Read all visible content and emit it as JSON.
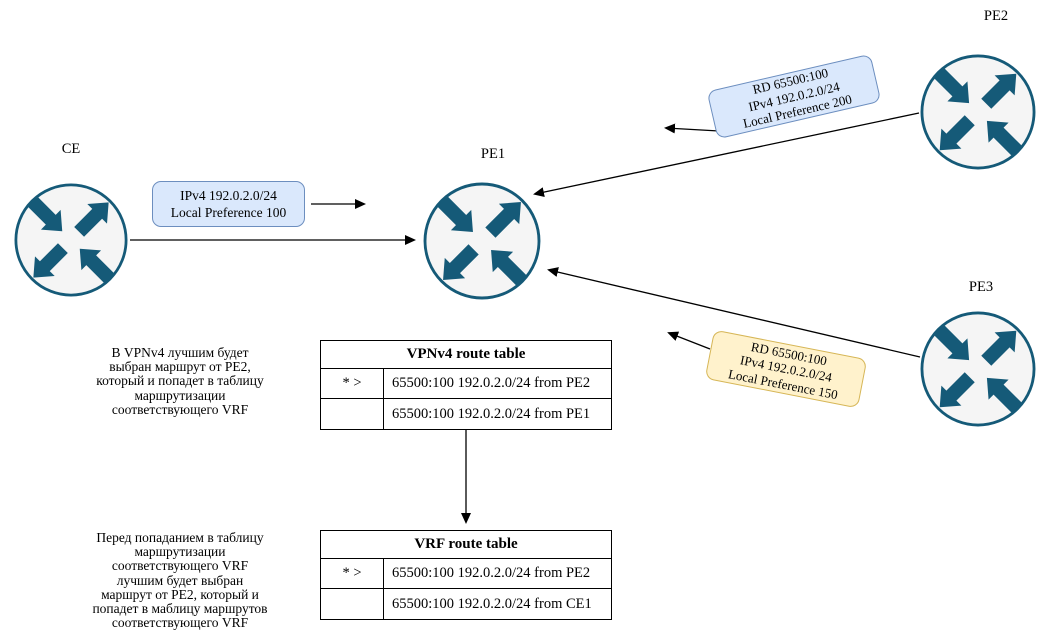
{
  "diagram": {
    "routers": {
      "ce": {
        "label": "CE"
      },
      "pe1": {
        "label": "PE1"
      },
      "pe2": {
        "label": "PE2"
      },
      "pe3": {
        "label": "PE3"
      }
    },
    "callouts": {
      "ce_advert": {
        "lines": [
          "IPv4 192.0.2.0/24",
          "Local Preference 100"
        ],
        "fill": "#dae8fc",
        "stroke": "#6c8ebf"
      },
      "pe2_advert": {
        "lines": [
          "RD 65500:100",
          "IPv4 192.0.2.0/24",
          "Local Preference 200"
        ],
        "fill": "#dae8fc",
        "stroke": "#6c8ebf"
      },
      "pe3_advert": {
        "lines": [
          "RD 65500:100",
          "IPv4 192.0.2.0/24",
          "Local Preference 150"
        ],
        "fill": "#fff2cc",
        "stroke": "#d6b656"
      }
    },
    "notes": {
      "vpnv4_note_lines": [
        "В VPNv4 лучшим будет",
        "выбран маршрут от PE2,",
        "который и попадет в таблицу",
        "маршрутизации",
        "соответствующего VRF"
      ],
      "vrf_note_lines": [
        "Перед попаданием в таблицу",
        "маршрутизации",
        "соответствующего VRF",
        "лучшим будет выбран",
        "маршрут от PE2, который и",
        "попадет в маблицу маршрутов",
        "соответствующего VRF"
      ]
    },
    "tables": {
      "vpnv4": {
        "title": "VPNv4 route table",
        "rows": [
          {
            "selector": "* >",
            "route": "65500:100 192.0.2.0/24 from  PE2"
          },
          {
            "selector": "",
            "route": "65500:100 192.0.2.0/24 from  PE1"
          }
        ]
      },
      "vrf": {
        "title": "VRF route  table",
        "rows": [
          {
            "selector": "* >",
            "route": "65500:100 192.0.2.0/24 from  PE2"
          },
          {
            "selector": "",
            "route": "65500:100 192.0.2.0/24 from  CE1"
          }
        ]
      }
    },
    "colors": {
      "router_stroke": "#155a78",
      "router_fill": "#f5f5f5",
      "connector": "#000000"
    }
  }
}
